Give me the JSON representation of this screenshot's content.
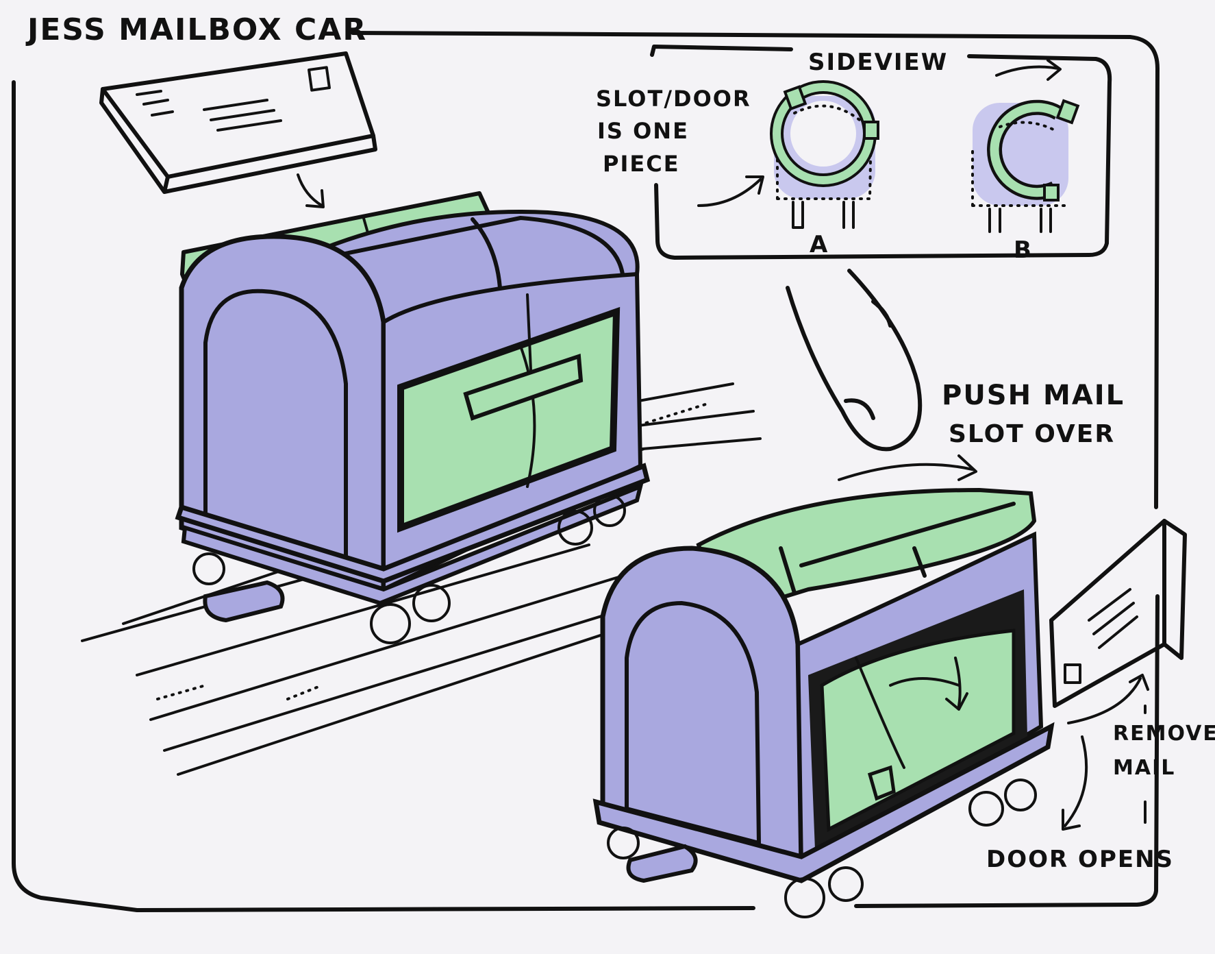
{
  "title": "JESS MAILBOX CAR",
  "sideview": {
    "heading": "SIDEVIEW",
    "note": [
      "SLOT/DOOR",
      "IS ONE",
      "PIECE"
    ],
    "label_a": "A",
    "label_b": "B"
  },
  "annotations": {
    "push": [
      "PUSH MAIL",
      "SLOT OVER"
    ],
    "remove": [
      "REMOVE",
      "MAIL"
    ],
    "door": "DOOR OPENS"
  },
  "colors": {
    "paper": "#f4f3f6",
    "ink": "#111111",
    "purple": "#a9a8df",
    "green": "#a8e0b0"
  }
}
